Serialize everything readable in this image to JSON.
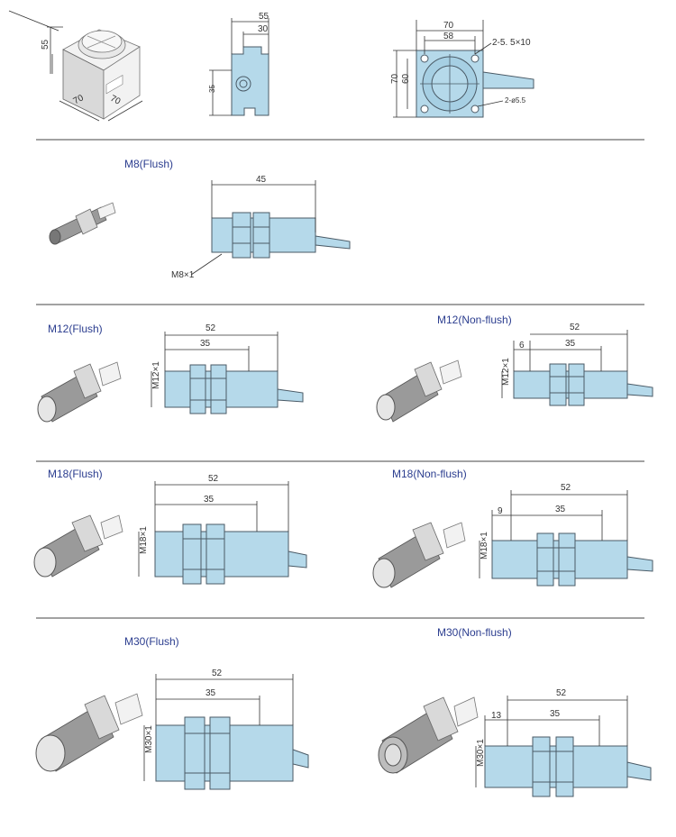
{
  "top": {
    "iso_dims": {
      "h": "55",
      "w1": "70",
      "w2": "70"
    },
    "side_dims": {
      "overall": "55",
      "inner": "30",
      "height": "35"
    },
    "front_dims": {
      "outer_w": "70",
      "inner_w": "58",
      "outer_h": "70",
      "inner_h": "60",
      "slot": "2-5. 5×10",
      "hole": "2-ø5.5"
    }
  },
  "m8": {
    "caption": "M8(Flush)",
    "len": "45",
    "thread": "M8×1"
  },
  "m12_flush": {
    "caption": "M12(Flush)",
    "overall": "52",
    "thread_len": "35",
    "thread": "M12×1"
  },
  "m12_nonflush": {
    "caption": "M12(Non-flush)",
    "overall": "52",
    "thread_len": "35",
    "offset": "6",
    "thread": "M12×1"
  },
  "m18_flush": {
    "caption": "M18(Flush)",
    "overall": "52",
    "thread_len": "35",
    "thread": "M18×1"
  },
  "m18_nonflush": {
    "caption": "M18(Non-flush)",
    "overall": "52",
    "thread_len": "35",
    "offset": "9",
    "thread": "M18×1"
  },
  "m30_flush": {
    "caption": "M30(Flush)",
    "overall": "52",
    "thread_len": "35",
    "thread": "M30×1"
  },
  "m30_nonflush": {
    "caption": "M30(Non-flush)",
    "overall": "52",
    "thread_len": "35",
    "offset": "13",
    "thread": "M30×1"
  },
  "colors": {
    "body": "#b5d9ea",
    "caption": "#2b3d8f",
    "line": "#333333"
  }
}
